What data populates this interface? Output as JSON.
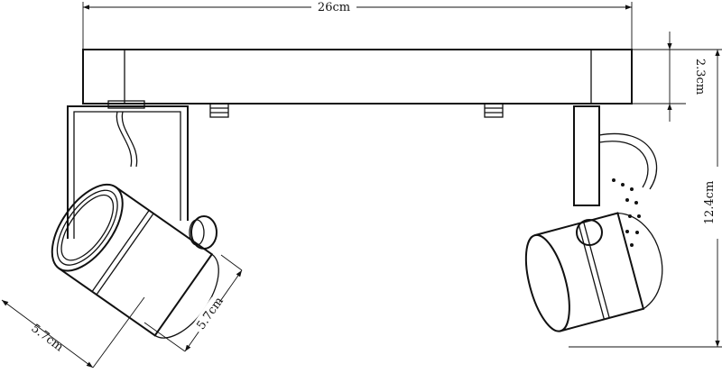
{
  "dimensions": {
    "width": "26cm",
    "canopy_height": "2.3cm",
    "total_height": "12.4cm",
    "head_length": "5.7cm",
    "head_diameter": "5.7cm"
  }
}
